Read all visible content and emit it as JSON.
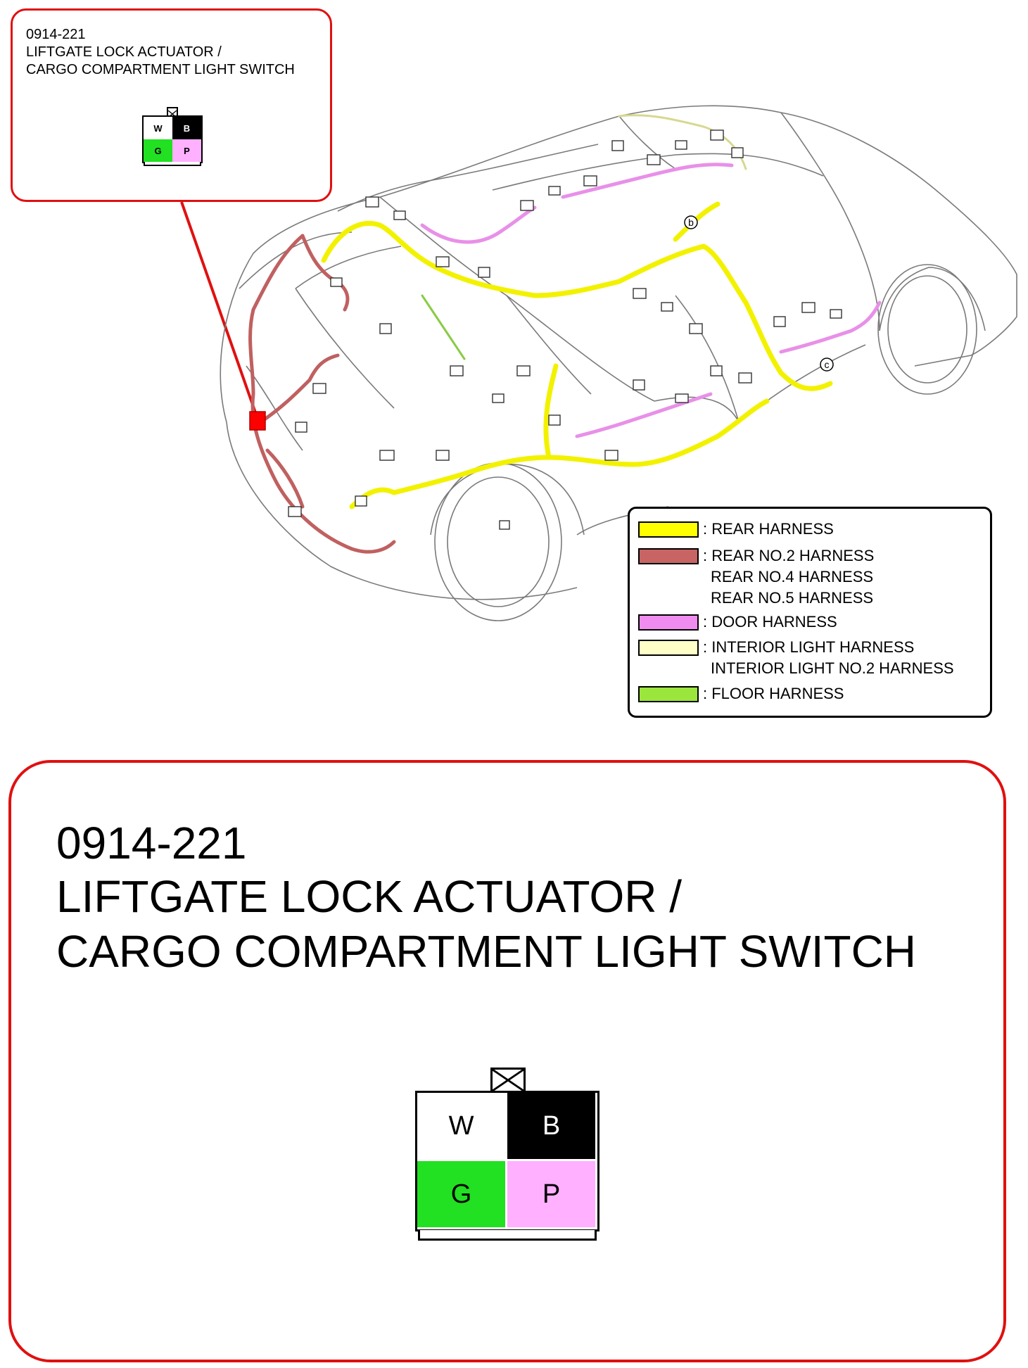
{
  "callout": {
    "code": "0914-221",
    "title_line1": "LIFTGATE LOCK ACTUATOR /",
    "title_line2": "CARGO COMPARTMENT LIGHT SWITCH"
  },
  "connector": {
    "pins": [
      {
        "label": "W",
        "color": "#ffffff",
        "text_color": "#000000"
      },
      {
        "label": "B",
        "color": "#000000",
        "text_color": "#ffffff"
      },
      {
        "label": "G",
        "color": "#22e022",
        "text_color": "#000000"
      },
      {
        "label": "P",
        "color": "#ffb0ff",
        "text_color": "#000000"
      }
    ]
  },
  "markers": {
    "b": "b",
    "c": "c"
  },
  "legend": {
    "items": [
      {
        "color": "#ffff00",
        "labels": [
          ": REAR HARNESS"
        ]
      },
      {
        "color": "#c86464",
        "labels": [
          ": REAR NO.2 HARNESS",
          "REAR NO.4 HARNESS",
          "REAR NO.5 HARNESS"
        ]
      },
      {
        "color": "#f08cf0",
        "labels": [
          ": DOOR HARNESS"
        ]
      },
      {
        "color": "#ffffc8",
        "labels": [
          ": INTERIOR LIGHT HARNESS",
          "INTERIOR LIGHT NO.2 HARNESS"
        ]
      },
      {
        "color": "#9ae63c",
        "labels": [
          ": FLOOR HARNESS"
        ]
      }
    ]
  },
  "colors": {
    "callout_border": "#e01010",
    "connector_marker": "#ff0000"
  }
}
